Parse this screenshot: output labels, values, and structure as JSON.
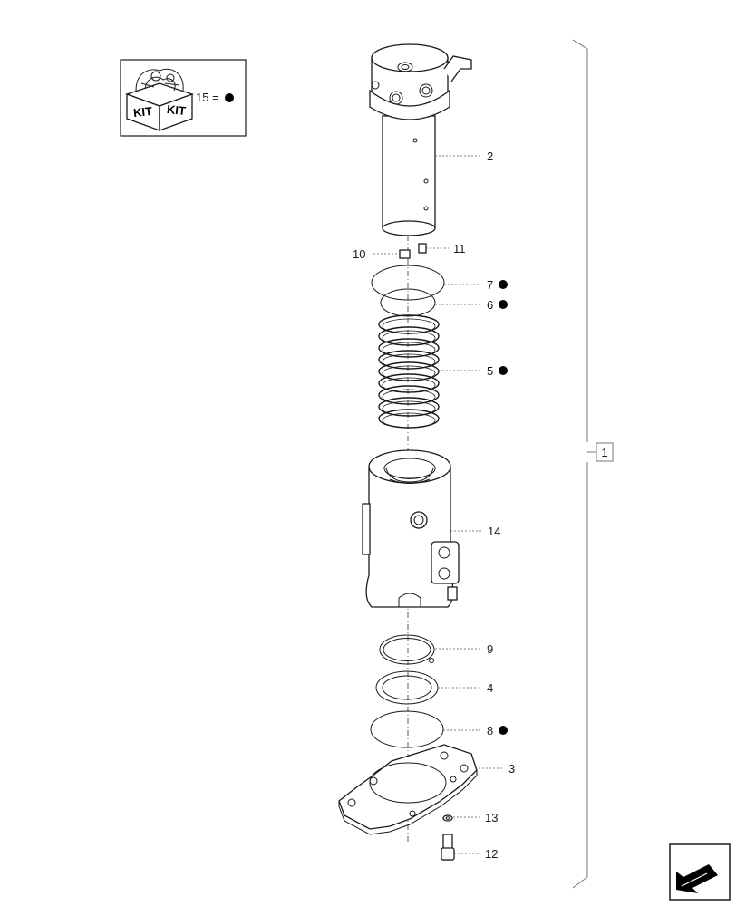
{
  "kit_box": {
    "left_label": "KIT",
    "right_label": "KIT",
    "equation": "15 ="
  },
  "callouts": [
    {
      "id": "c2",
      "text": "2"
    },
    {
      "id": "c10",
      "text": "10"
    },
    {
      "id": "c11",
      "text": "11"
    },
    {
      "id": "c7",
      "text": "7"
    },
    {
      "id": "c6",
      "text": "6"
    },
    {
      "id": "c5",
      "text": "5"
    },
    {
      "id": "c14",
      "text": "14"
    },
    {
      "id": "c9",
      "text": "9"
    },
    {
      "id": "c4",
      "text": "4"
    },
    {
      "id": "c8",
      "text": "8"
    },
    {
      "id": "c3",
      "text": "3"
    },
    {
      "id": "c13",
      "text": "13"
    },
    {
      "id": "c12",
      "text": "12"
    }
  ],
  "assembly_label": "1",
  "kit_marker_color": "#000000",
  "nav_icon": "back-arrow-icon"
}
